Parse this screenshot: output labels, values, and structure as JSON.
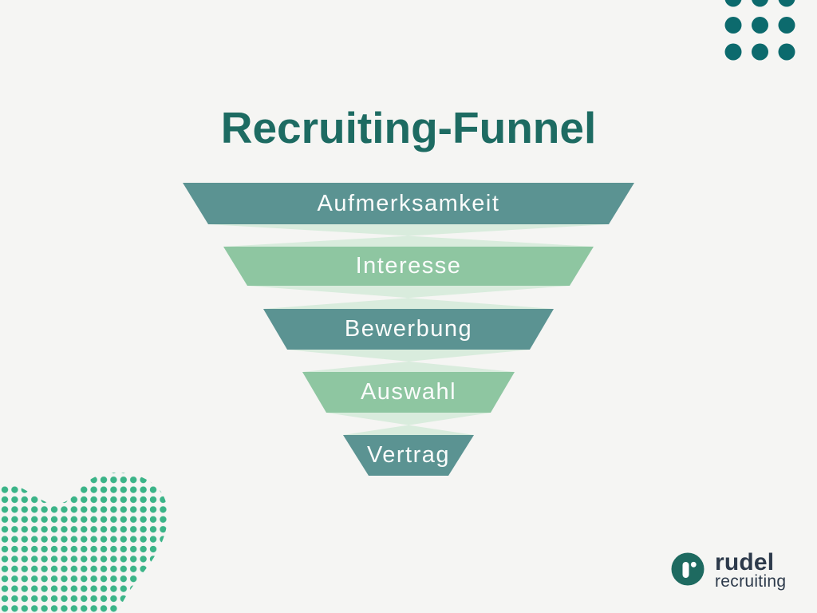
{
  "title": "Recruiting-Funnel",
  "funnel": {
    "stages": [
      {
        "label": "Aufmerksamkeit",
        "color": "#5b9392"
      },
      {
        "label": "Interesse",
        "color": "#8ec6a1"
      },
      {
        "label": "Bewerbung",
        "color": "#5b9392"
      },
      {
        "label": "Auswahl",
        "color": "#8ec6a1"
      },
      {
        "label": "Vertrag",
        "color": "#5b9392"
      }
    ],
    "connector_color": "#d9ecdd"
  },
  "decor": {
    "top_right_dots_color": "#0c6a6d",
    "bottom_left_dots_color": "#3bb488"
  },
  "logo": {
    "brand": "rudel",
    "subtitle": "recruiting",
    "mark_letter": "r",
    "mark_color": "#1e6a60",
    "text_color": "#2d3a4b"
  },
  "colors": {
    "background": "#f5f5f3",
    "title": "#1d6b62",
    "stage_text": "#fafcfb"
  }
}
